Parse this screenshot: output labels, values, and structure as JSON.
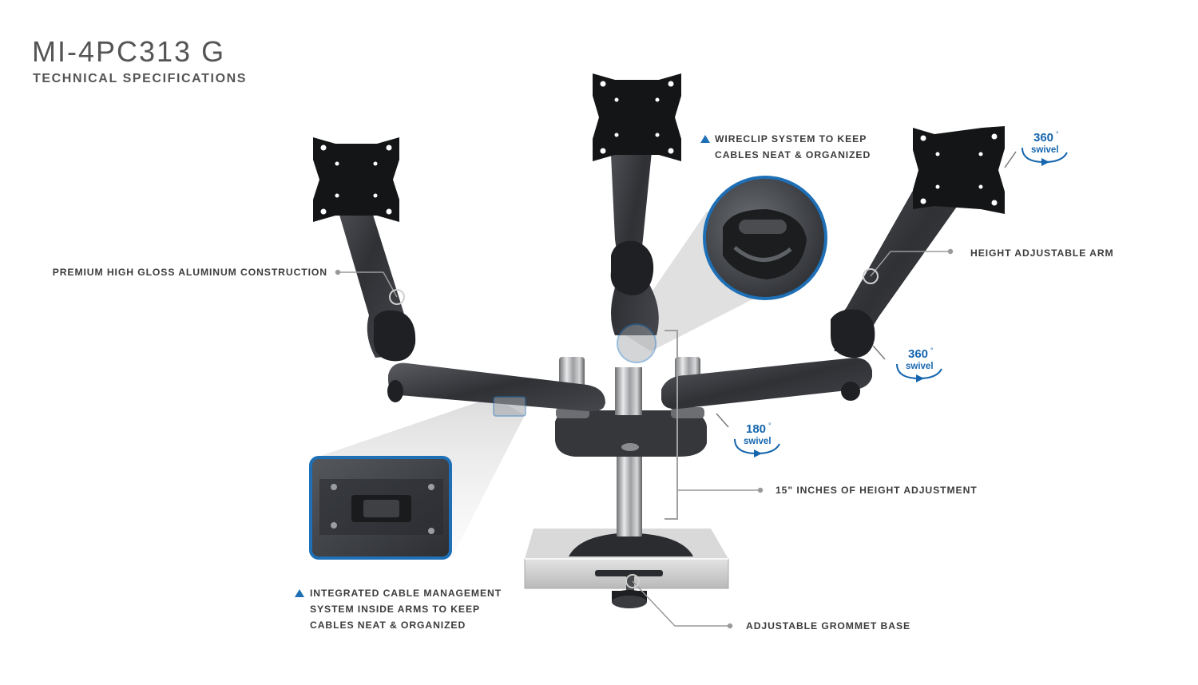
{
  "header": {
    "title": "MI-4PC313 G",
    "subtitle": "TECHNICAL SPECIFICATIONS"
  },
  "callouts": {
    "aluminum": "PREMIUM HIGH GLOSS ALUMINUM CONSTRUCTION",
    "wireclip": [
      "WIRECLIP SYSTEM TO KEEP",
      "CABLES NEAT & ORGANIZED"
    ],
    "height_arm": "HEIGHT ADJUSTABLE ARM",
    "height_adjust": "15\" INCHES OF HEIGHT ADJUSTMENT",
    "cable_mgmt": [
      "INTEGRATED CABLE MANAGEMENT",
      "SYSTEM INSIDE ARMS TO KEEP",
      "CABLES NEAT & ORGANIZED"
    ],
    "grommet": "ADJUSTABLE GROMMET BASE"
  },
  "swivel_badges": [
    {
      "value": "360",
      "unit": "°",
      "word": "swivel"
    },
    {
      "value": "360",
      "unit": "°",
      "word": "swivel"
    },
    {
      "value": "180",
      "unit": "°",
      "word": "swivel"
    }
  ],
  "colors": {
    "accent_blue": "#1e6fb5",
    "text": "#3c3c3c",
    "title": "#555555",
    "arm": "#3a3c40",
    "leader": "#9a9a9a"
  },
  "icons": {
    "bullet": "blue-triangle-icon",
    "badge_arrow": "curved-arrow-icon"
  }
}
